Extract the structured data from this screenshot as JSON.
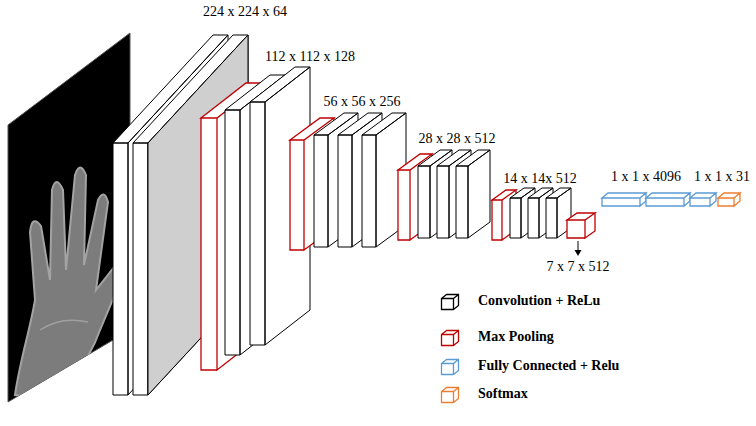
{
  "diagram": {
    "labels": [
      "224 x 224 x 64",
      "112 x 112 x 128",
      "56 x 56 x 256",
      "28 x 28 x 512",
      "14 x 14x 512",
      "7 x 7 x 512",
      "1 x 1 x 4096",
      "1 x 1 x 31"
    ],
    "legend": [
      {
        "text": "Convolution + ReLu",
        "color": "#000000"
      },
      {
        "text": "Max Pooling",
        "color": "#c00000"
      },
      {
        "text": "Fully Connected + Relu",
        "color": "#5b9bd5"
      },
      {
        "text": "Softmax",
        "color": "#ed7d31"
      }
    ]
  }
}
